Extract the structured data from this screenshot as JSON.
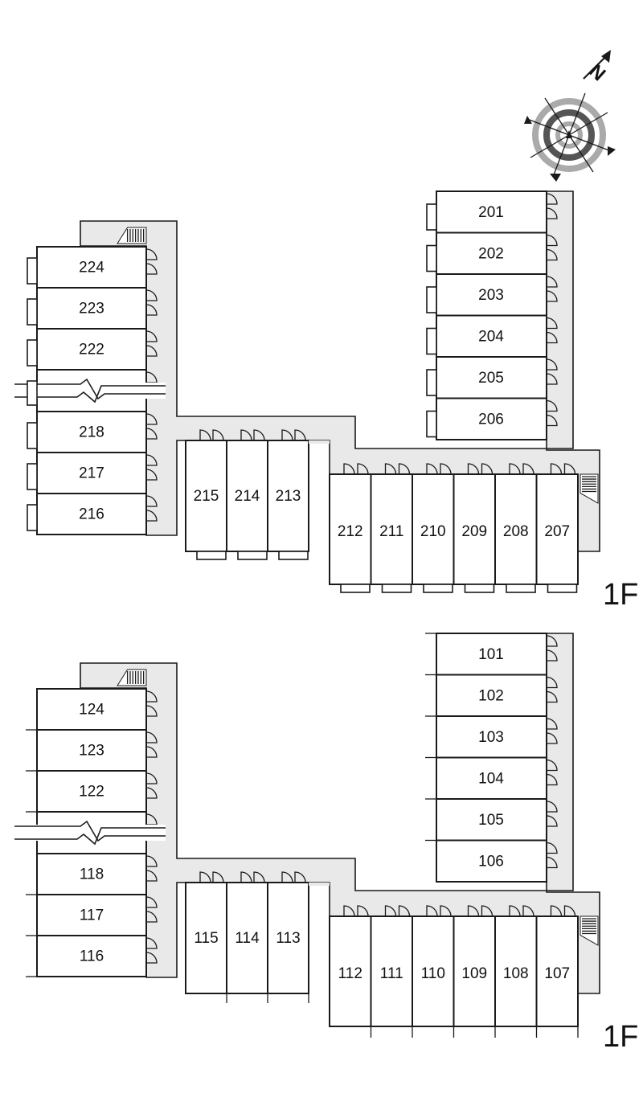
{
  "floors": [
    {
      "floor_label": "1F",
      "west_rooms": [
        "224",
        "223",
        "222",
        "218",
        "217",
        "216"
      ],
      "middle_rooms": [
        "215",
        "214",
        "213"
      ],
      "south_rooms": [
        "212",
        "211",
        "210",
        "209",
        "208",
        "207"
      ],
      "east_rooms": [
        "201",
        "202",
        "203",
        "204",
        "205",
        "206"
      ]
    },
    {
      "floor_label": "1F",
      "west_rooms": [
        "124",
        "123",
        "122",
        "118",
        "117",
        "116"
      ],
      "middle_rooms": [
        "115",
        "114",
        "113"
      ],
      "south_rooms": [
        "112",
        "111",
        "110",
        "109",
        "108",
        "107"
      ],
      "east_rooms": [
        "101",
        "102",
        "103",
        "104",
        "105",
        "106"
      ]
    }
  ],
  "compass": {
    "north_label": "N",
    "icon": "compass-rose-icon"
  },
  "colors": {
    "corridor": "#e9e9e9",
    "line": "#1a1a1a"
  }
}
